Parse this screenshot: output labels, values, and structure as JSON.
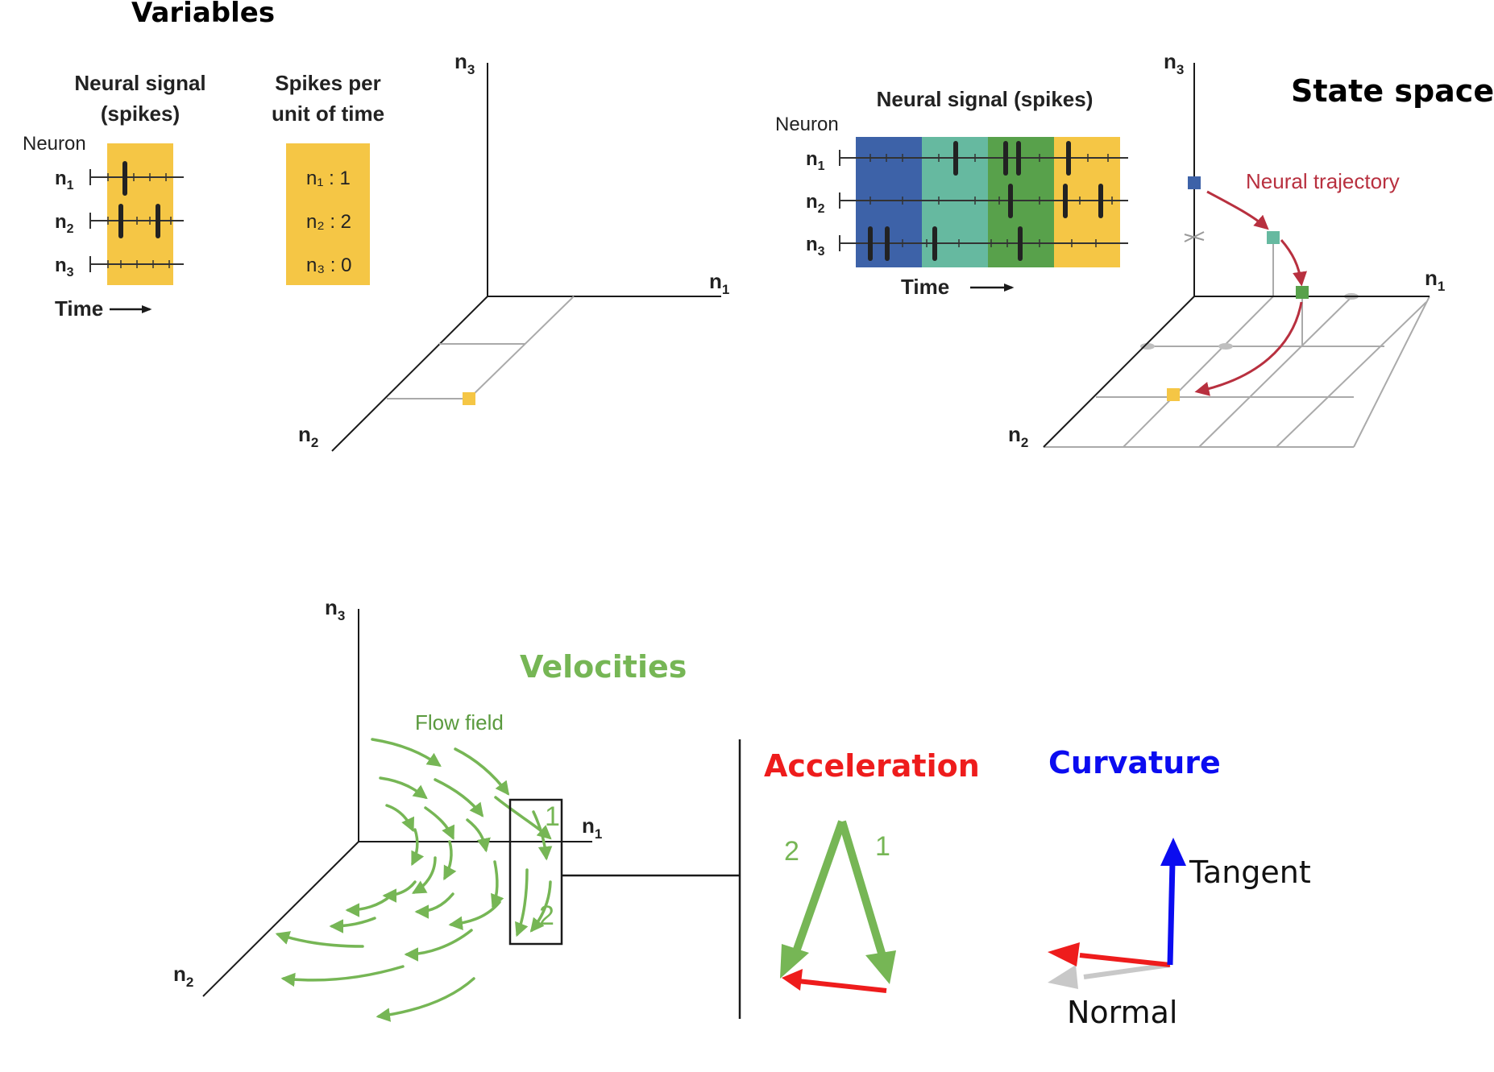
{
  "colors": {
    "yellow": "#f5c645",
    "blue": "#3d62a8",
    "teal": "#66b9a0",
    "green": "#58a14b",
    "trajectory_red": "#b8303f",
    "flow_green": "#76b655",
    "acceleration_red": "#ee1c1c",
    "curvature_blue": "#0b0cf0",
    "normal_gray": "#c8c8c8",
    "grid_gray": "#aaaaaa",
    "ink": "#1a1a1a"
  },
  "panel_variables": {
    "title": "Variables",
    "neural_signal": {
      "line1": "Neural signal",
      "line2": "(spikes)"
    },
    "spikes_per_unit": {
      "line1": "Spikes per",
      "line2": "unit of time"
    },
    "neuron_label": "Neuron",
    "time_label": "Time",
    "neurons": [
      "n",
      "n",
      "n"
    ],
    "neuron_subscripts": [
      "1",
      "2",
      "3"
    ],
    "counts": [
      "n₁ : 1",
      "n₂ : 2",
      "n₃ : 0"
    ],
    "axes": {
      "n1": "n",
      "n2": "n",
      "n3": "n",
      "sub1": "1",
      "sub2": "2",
      "sub3": "3"
    }
  },
  "panel_state_space": {
    "title": "State space",
    "neural_signal": "Neural signal (spikes)",
    "neuron_label": "Neuron",
    "time_label": "Time",
    "neurons": [
      "n",
      "n",
      "n"
    ],
    "neuron_subscripts": [
      "1",
      "2",
      "3"
    ],
    "trajectory_label": "Neural trajectory",
    "axes": {
      "n1": "n",
      "n2": "n",
      "n3": "n",
      "sub1": "1",
      "sub2": "2",
      "sub3": "3"
    }
  },
  "panel_velocities": {
    "title": "Velocities",
    "flow_label": "Flow field",
    "box_label_1": "1",
    "box_label_2": "2",
    "axes": {
      "n1": "n",
      "n2": "n",
      "n3": "n",
      "sub1": "1",
      "sub2": "2",
      "sub3": "3"
    }
  },
  "panel_acceleration": {
    "title": "Acceleration",
    "label_1": "1",
    "label_2": "2"
  },
  "panel_curvature": {
    "title": "Curvature",
    "tangent": "Tangent",
    "normal": "Normal"
  }
}
